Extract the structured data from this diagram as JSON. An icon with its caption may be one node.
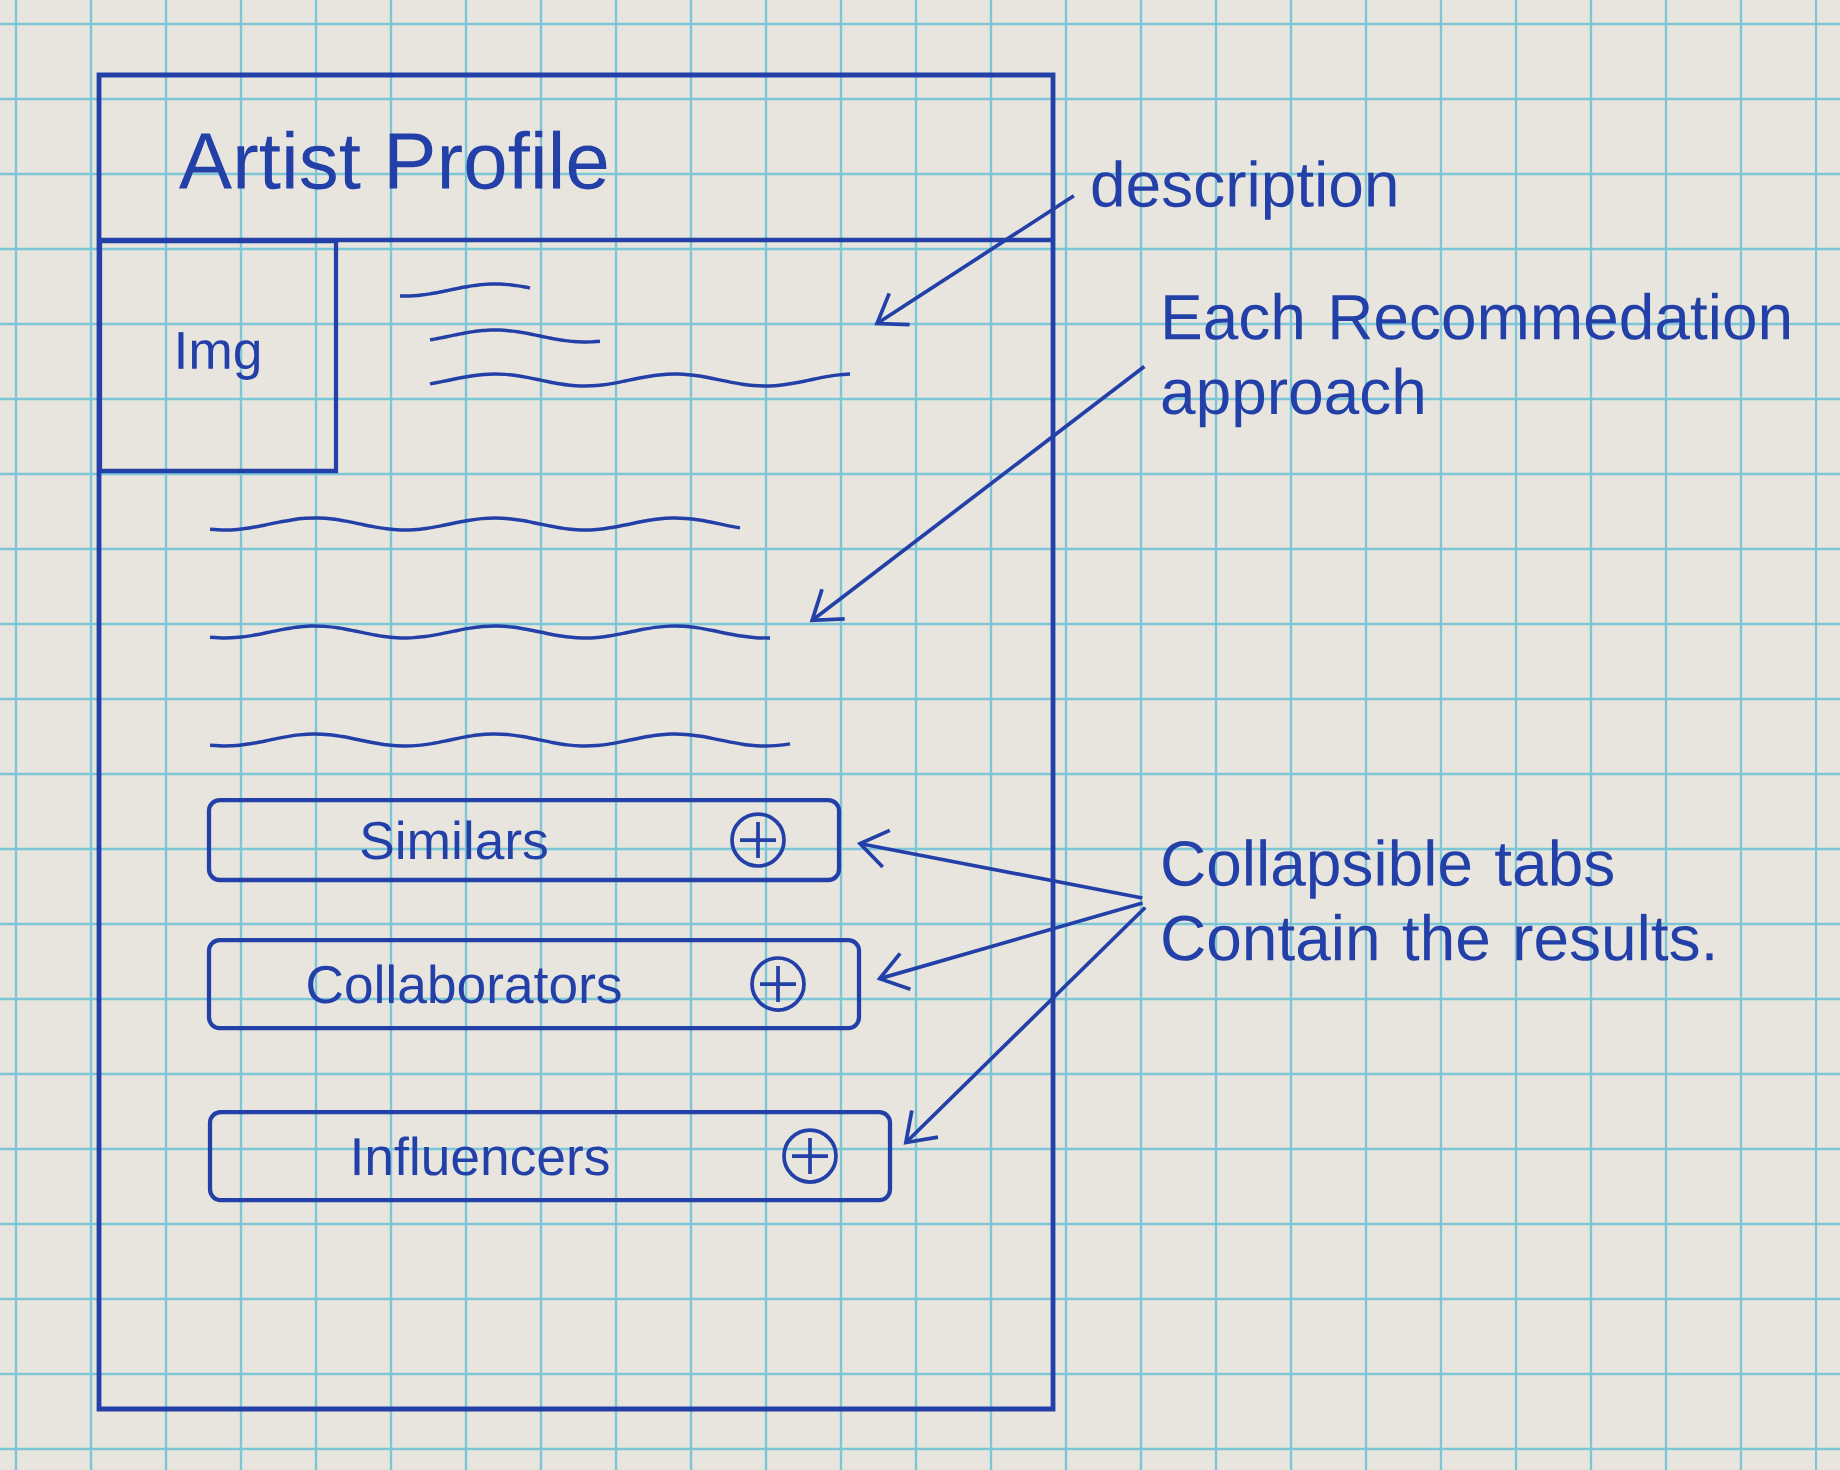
{
  "diagram": {
    "nodes": [
      {
        "text": [
          "Artist Profile"
        ]
      },
      {
        "text": [
          "Img"
        ],
        "in": 0
      },
      {
        "text": [],
        "shape": "picture",
        "in": 0
      },
      {
        "text": [],
        "shape": "picture",
        "in": 0
      },
      {
        "text": [
          "Similars"
        ],
        "in": 0
      },
      {
        "text": [
          "Collaborators"
        ],
        "in": 0
      },
      {
        "text": [
          "Influencers"
        ],
        "in": 0
      },
      {
        "text": [
          "description"
        ]
      },
      {
        "text": [
          "Each Recommedation approach"
        ]
      },
      {
        "text": [
          "Collapsible tabs Contain the results."
        ]
      }
    ],
    "edges": [
      {
        "from": 7,
        "to": 2,
        "arrow": "to"
      },
      {
        "from": 8,
        "to": 3,
        "arrow": "to"
      },
      {
        "from": 9,
        "to": 4,
        "arrow": "to"
      },
      {
        "from": 9,
        "to": 5,
        "arrow": "to"
      },
      {
        "from": 9,
        "to": 6,
        "arrow": "to"
      }
    ]
  }
}
